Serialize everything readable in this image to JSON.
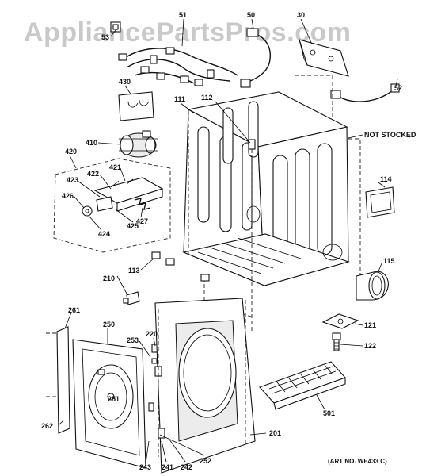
{
  "watermark": "AppliancePartsPros.com",
  "art_number": "(ART NO. WE433 C)",
  "callouts": {
    "c53": "53",
    "c51": "51",
    "c50": "50",
    "c30": "30",
    "c52": "52",
    "c430": "430",
    "c111": "111",
    "c112": "112",
    "not_stocked": "NOT STOCKED",
    "c410": "410",
    "c420": "420",
    "c421": "421",
    "c422": "422",
    "c423": "423",
    "c426": "426",
    "c427": "427",
    "c425": "425",
    "c424": "424",
    "c114": "114",
    "c115": "115",
    "c113": "113",
    "c210": "210",
    "c121": "121",
    "c122": "122",
    "c261": "261",
    "c250": "250",
    "c220": "220",
    "c253": "253",
    "c251": "251",
    "c262": "262",
    "c501": "501",
    "c201": "201",
    "c243": "243",
    "c241": "241",
    "c242": "242",
    "c252": "252"
  }
}
